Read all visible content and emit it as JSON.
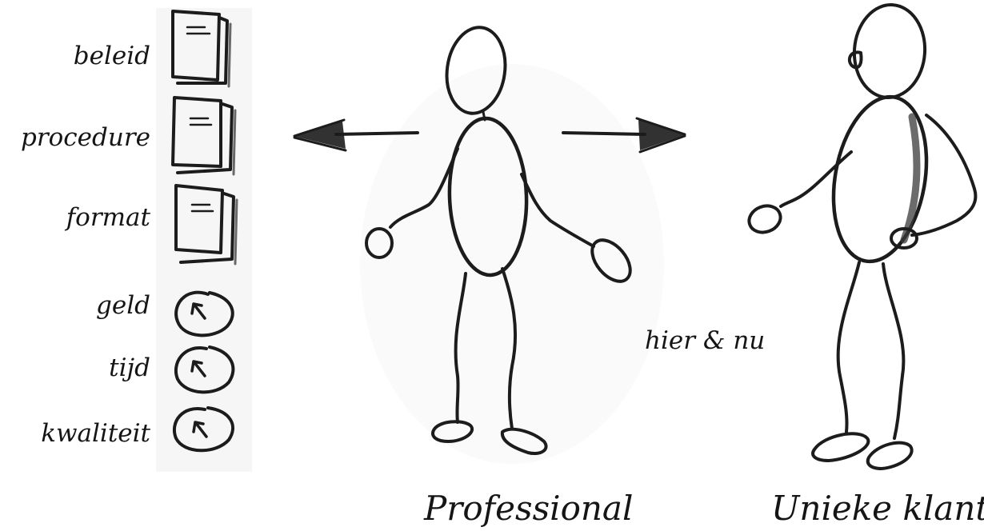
{
  "resources": [
    {
      "label": "beleid",
      "icon": "document-icon"
    },
    {
      "label": "procedure",
      "icon": "document-icon"
    },
    {
      "label": "format",
      "icon": "document-icon"
    },
    {
      "label": "geld",
      "icon": "clock-gauge-icon"
    },
    {
      "label": "tijd",
      "icon": "clock-gauge-icon"
    },
    {
      "label": "kwaliteit",
      "icon": "clock-gauge-icon"
    }
  ],
  "figures": {
    "professional": "Professional",
    "client": "Unieke klant"
  },
  "context_label": "hier & nu",
  "arrows": [
    "arrow-left-icon",
    "arrow-right-icon"
  ]
}
